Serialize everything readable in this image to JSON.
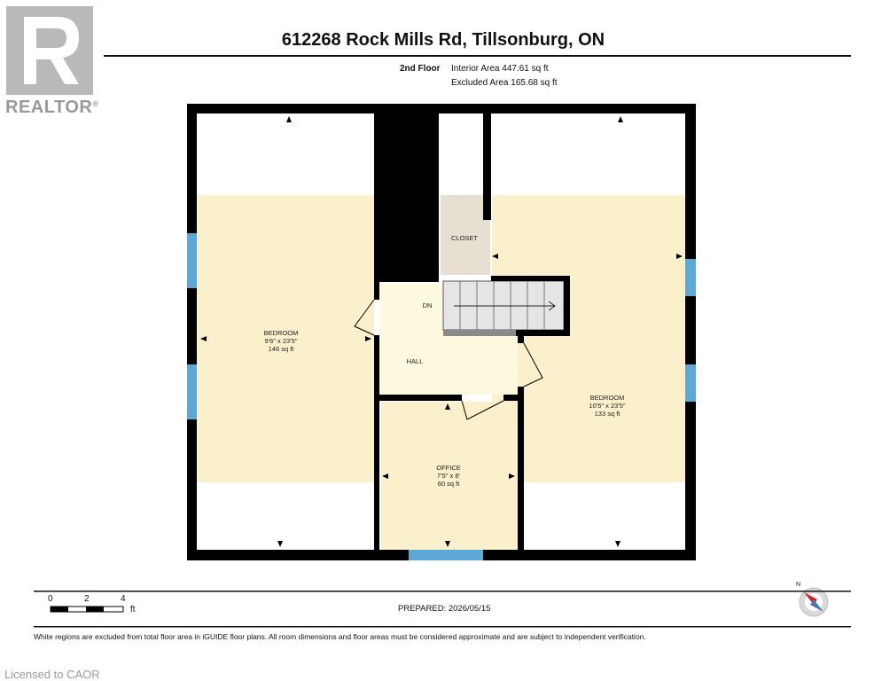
{
  "logo": {
    "brand_text": "REALTOR",
    "registered": "®",
    "icon": "realtor-r-logo-icon",
    "color": "#b9b9b9"
  },
  "header": {
    "address": "612268 Rock Mills Rd, Tillsonburg, ON",
    "floor_label": "2nd Floor",
    "interior_area": "Interior Area 447.61 sq ft",
    "excluded_area": "Excluded Area 165.68 sq ft"
  },
  "rooms": {
    "bedroom_left": {
      "name": "BEDROOM",
      "dims": "9'6\" x 23'5\"",
      "area": "146 sq ft"
    },
    "bedroom_right": {
      "name": "BEDROOM",
      "dims": "10'5\" x 23'5\"",
      "area": "133 sq ft"
    },
    "office": {
      "name": "OFFICE",
      "dims": "7'5\" x 8'",
      "area": "60 sq ft"
    },
    "closet": {
      "name": "CLOSET"
    },
    "hall": {
      "name": "HALL"
    },
    "stairs": {
      "label": "DN"
    }
  },
  "colors": {
    "wall": "#000000",
    "room_fill": "#fbf0cc",
    "hall_fill": "#fdf9df",
    "closet_fill": "#e8dfd3",
    "window": "#5ea8d6",
    "stair_fill": "#e5e5e5"
  },
  "scale": {
    "ticks": [
      "0",
      "2",
      "4"
    ],
    "unit": "ft"
  },
  "compass": {
    "label": "N",
    "icon": "compass-icon"
  },
  "footer": {
    "prepared": "PREPARED: 2026/05/15",
    "disclaimer": "White regions are excluded from total floor area in iGUIDE floor plans. All room dimensions and floor areas must be considered approximate and are subject to independent verification.",
    "licensed": "Licensed to CAOR"
  }
}
